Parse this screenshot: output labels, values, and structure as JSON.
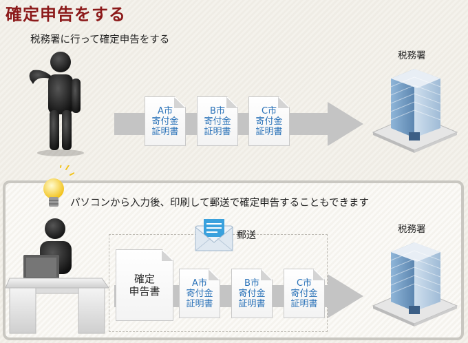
{
  "header": {
    "title": "確定申告をする"
  },
  "upper": {
    "caption": "税務署に行って確定申告をする",
    "office_label": "税務署",
    "docs": [
      {
        "line1": "A市",
        "line2": "寄付金",
        "line3": "証明書"
      },
      {
        "line1": "B市",
        "line2": "寄付金",
        "line3": "証明書"
      },
      {
        "line1": "C市",
        "line2": "寄付金",
        "line3": "証明書"
      }
    ]
  },
  "lower": {
    "caption": "パソコンから入力後、印刷して郵送で確定申告することもできます",
    "mail_label": "郵送",
    "office_label": "税務署",
    "tax_return": {
      "line1": "確定",
      "line2": "申告書"
    },
    "docs": [
      {
        "line1": "A市",
        "line2": "寄付金",
        "line3": "証明書"
      },
      {
        "line1": "B市",
        "line2": "寄付金",
        "line3": "証明書"
      },
      {
        "line1": "C市",
        "line2": "寄付金",
        "line3": "証明書"
      }
    ]
  },
  "icons": {
    "person": "person-icon",
    "building": "tax-office-building-icon",
    "lightbulb": "lightbulb-icon",
    "mail": "envelope-icon",
    "desk": "desk-computer-icon"
  },
  "colors": {
    "title": "#8c1a1a",
    "doc_text": "#2a72b8",
    "arrow": "#c4c4c4"
  }
}
